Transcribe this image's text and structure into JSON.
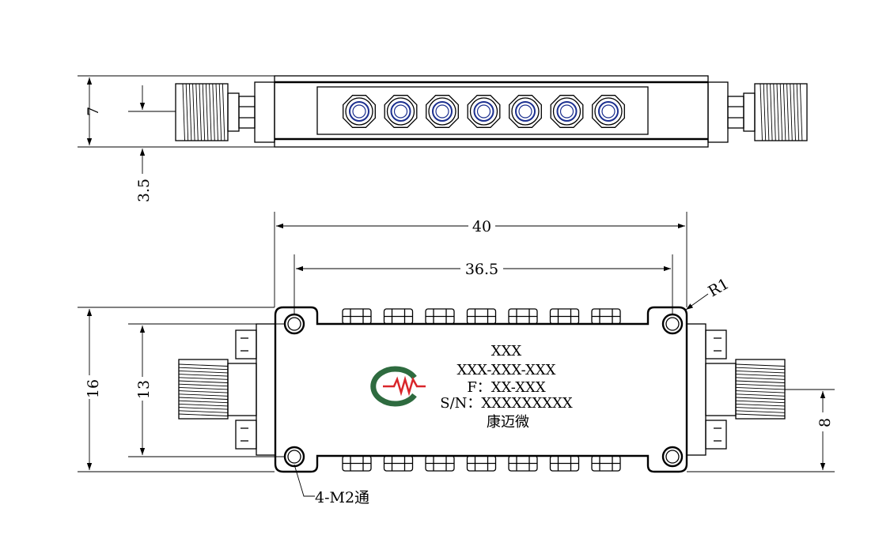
{
  "dimensions": {
    "height_top": "7",
    "offset_top": "3.5",
    "length_overall": "40",
    "length_holes": "36.5",
    "corner_radius": "R1",
    "height_body": "16",
    "height_holes": "13",
    "connector_offset": "8",
    "mounting_holes": "4-M2通"
  },
  "label": {
    "line1": "XXX",
    "line2": "XXX-XXX-XXX",
    "line3": "F：XX-XXX",
    "line4": "S/N：XXXXXXXXX",
    "line5": "康迈微"
  },
  "colors": {
    "line": "#000000",
    "logo_ring": "#2e6b3f",
    "logo_wave": "#d9262b",
    "port_ring": "#1b2f8f"
  },
  "icons": {
    "logo": "cmw-logo-icon",
    "tuning_screw": "tuning-screw-icon",
    "sma_connector": "sma-connector-icon"
  }
}
